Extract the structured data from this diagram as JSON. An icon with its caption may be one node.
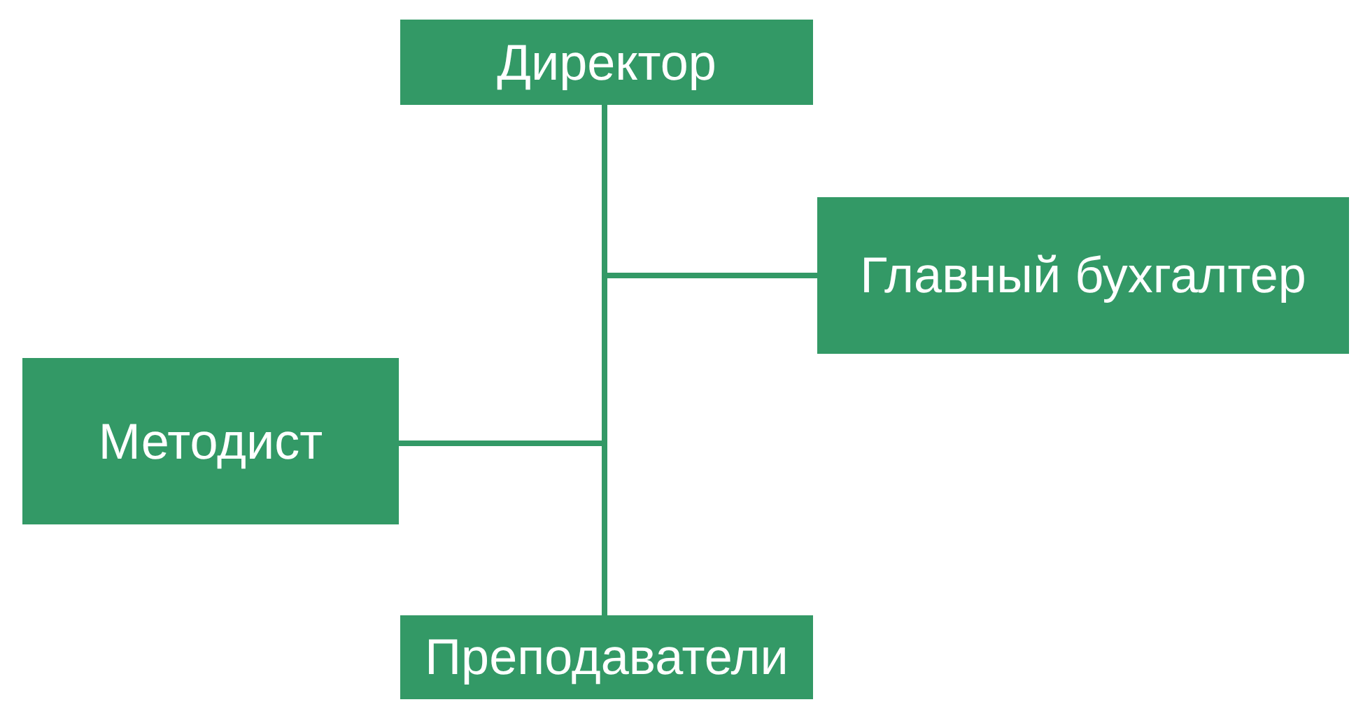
{
  "diagram": {
    "nodes": [
      {
        "text": [
          "Директор"
        ]
      },
      {
        "text": [
          "Главный бухгалтер"
        ]
      },
      {
        "text": [
          "Методист"
        ]
      },
      {
        "text": [
          "Преподаватели"
        ]
      }
    ],
    "edges": [
      {
        "from": 0,
        "to": 1,
        "arrow": "none"
      },
      {
        "from": 0,
        "to": 2,
        "arrow": "none"
      },
      {
        "from": 0,
        "to": 3,
        "arrow": "none"
      }
    ]
  }
}
